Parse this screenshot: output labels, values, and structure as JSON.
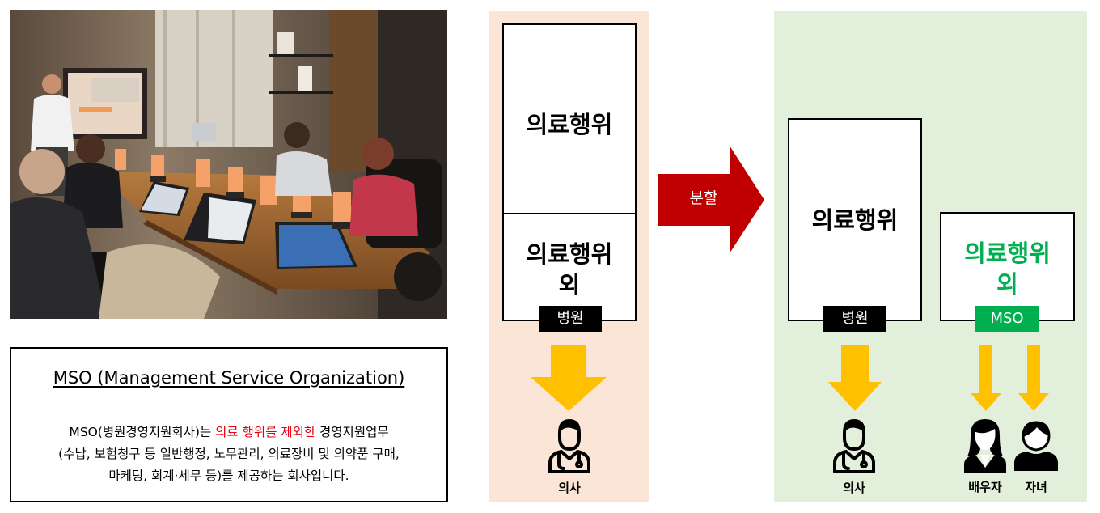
{
  "colors": {
    "before_panel": "#fbe5d6",
    "after_panel": "#e2efda",
    "arrow_red": "#c00000",
    "arrow_yellow": "#ffc000",
    "mso_green": "#00b050",
    "highlight_red": "#e60012"
  },
  "mso_box": {
    "title": "MSO (Management Service Organization)",
    "desc_line1_pre": "MSO(병원경영지원회사)는 ",
    "desc_line1_highlight": "의료 행위를 제외한",
    "desc_line1_post": " 경영지원업무",
    "desc_line2": "(수납, 보험청구 등 일반행정, 노무관리, 의료장비 및 의약품 구매,",
    "desc_line3": "마케팅, 회계·세무 등)를 제공하는 회사입니다."
  },
  "before": {
    "medical_label": "의료행위",
    "non_medical_line1": "의료행위",
    "non_medical_line2": "외",
    "hospital_tag": "병원",
    "doctor_caption": "의사"
  },
  "split_arrow": {
    "label": "분할"
  },
  "after": {
    "medical_label": "의료행위",
    "hospital_tag": "병원",
    "non_medical_line1": "의료행위",
    "non_medical_line2": "외",
    "mso_tag": "MSO",
    "doctor_caption": "의사",
    "spouse_caption": "배우자",
    "children_caption": "자녀"
  }
}
